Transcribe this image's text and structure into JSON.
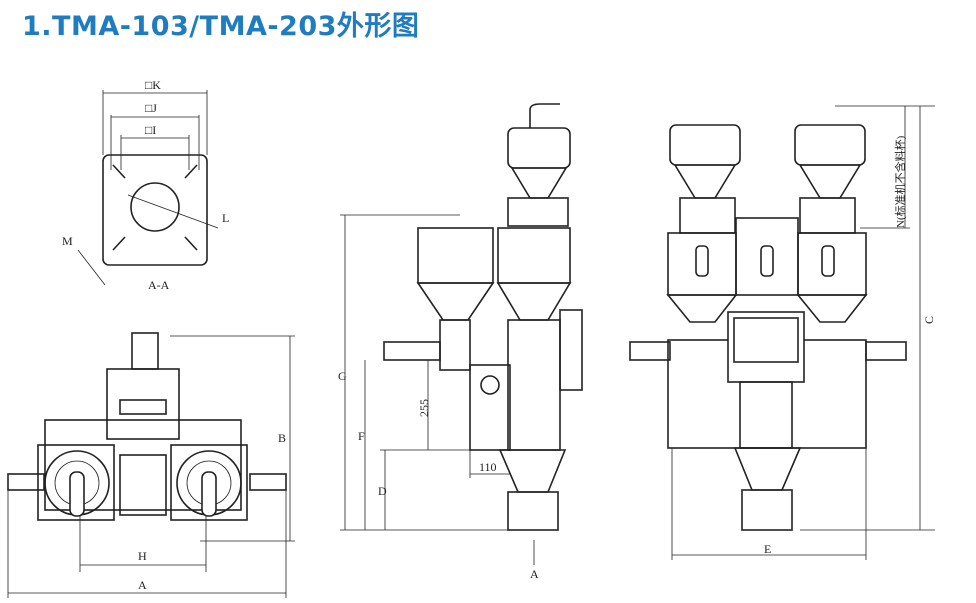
{
  "title": "1.TMA-103/TMA-203外形图",
  "labels": {
    "k": "□K",
    "j": "□J",
    "i": "□I",
    "l": "L",
    "m": "M",
    "section": "A-A",
    "h": "H",
    "a": "A",
    "b": "B",
    "g": "G",
    "f": "F",
    "d": "D",
    "dim255": "255",
    "dim110": "110",
    "section_arrow": "A",
    "c": "C",
    "e": "E",
    "n": "N(标准机不含料杯)"
  },
  "colors": {
    "title": "#1f7cc0",
    "lines": "#222222"
  }
}
